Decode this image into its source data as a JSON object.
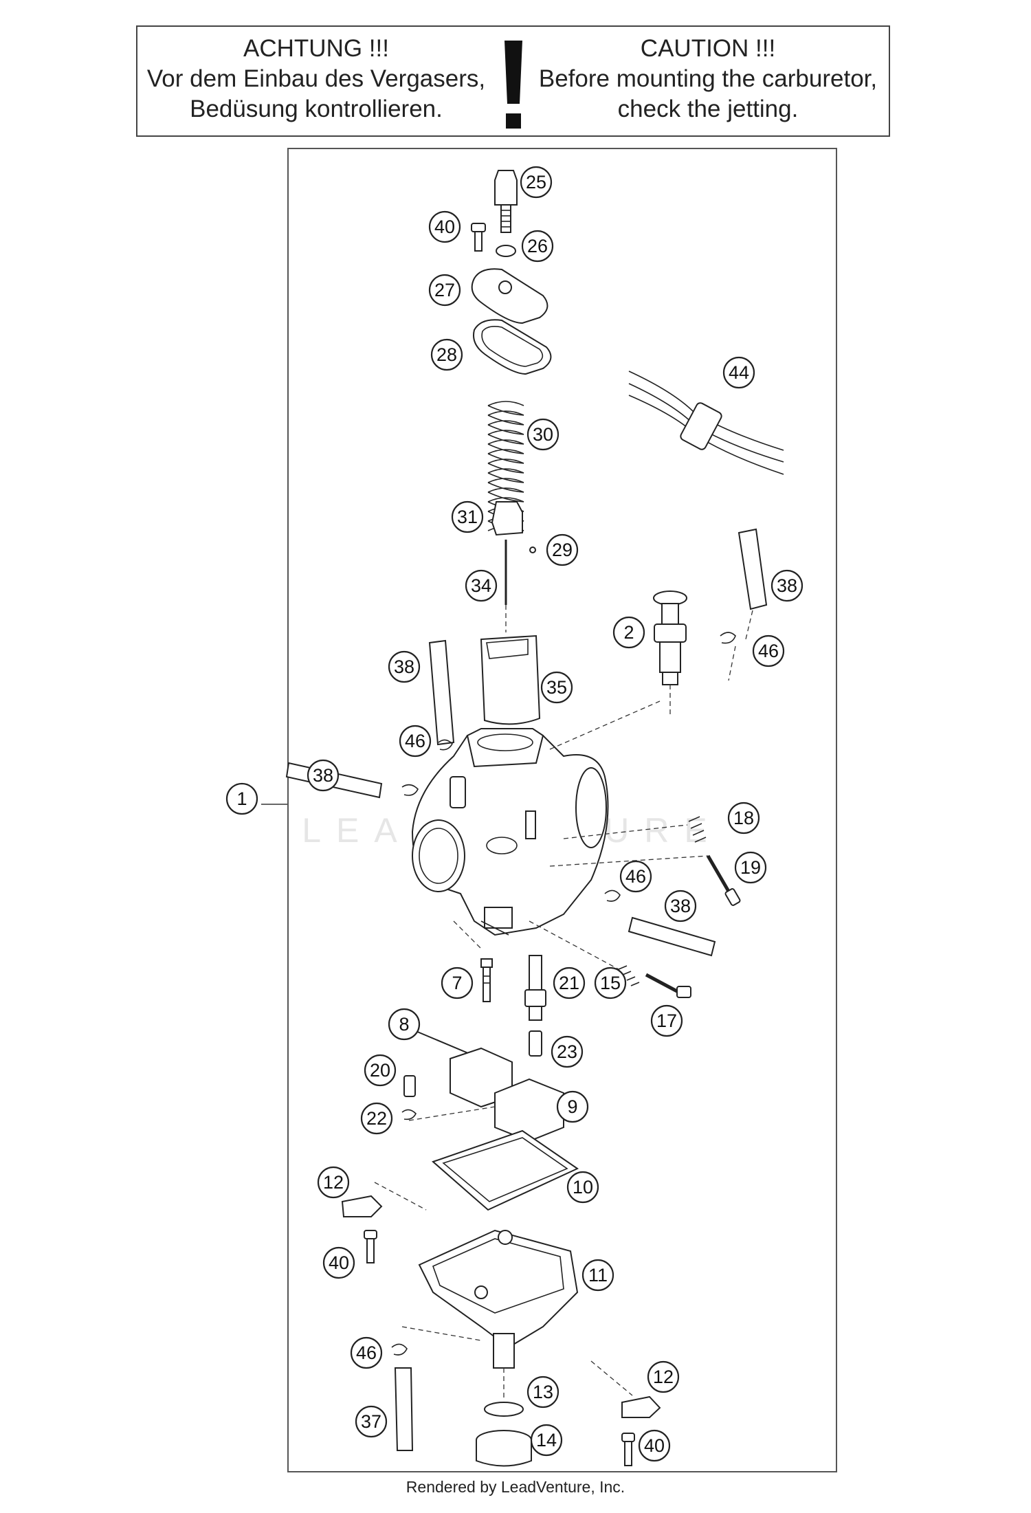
{
  "caution": {
    "de": [
      "ACHTUNG !!!",
      "Vor dem Einbau des Vergasers,",
      "Bedüsung kontrollieren."
    ],
    "en": [
      "CAUTION !!!",
      "Before mounting the carburetor,",
      "check the jetting."
    ]
  },
  "watermark": "LEADVENTURE",
  "footer": "Rendered by LeadVenture, Inc.",
  "callouts": [
    {
      "id": "c25",
      "label": "25"
    },
    {
      "id": "c40a",
      "label": "40"
    },
    {
      "id": "c26",
      "label": "26"
    },
    {
      "id": "c27",
      "label": "27"
    },
    {
      "id": "c28",
      "label": "28"
    },
    {
      "id": "c44",
      "label": "44"
    },
    {
      "id": "c30",
      "label": "30"
    },
    {
      "id": "c31",
      "label": "31"
    },
    {
      "id": "c29",
      "label": "29"
    },
    {
      "id": "c34",
      "label": "34"
    },
    {
      "id": "c38a",
      "label": "38"
    },
    {
      "id": "c2",
      "label": "2"
    },
    {
      "id": "c46a",
      "label": "46"
    },
    {
      "id": "c38b",
      "label": "38"
    },
    {
      "id": "c35",
      "label": "35"
    },
    {
      "id": "c46b",
      "label": "46"
    },
    {
      "id": "c38c",
      "label": "38"
    },
    {
      "id": "c1",
      "label": "1"
    },
    {
      "id": "c18",
      "label": "18"
    },
    {
      "id": "c19",
      "label": "19"
    },
    {
      "id": "c46c",
      "label": "46"
    },
    {
      "id": "c38d",
      "label": "38"
    },
    {
      "id": "c7",
      "label": "7"
    },
    {
      "id": "c21",
      "label": "21"
    },
    {
      "id": "c15",
      "label": "15"
    },
    {
      "id": "c17",
      "label": "17"
    },
    {
      "id": "c8",
      "label": "8"
    },
    {
      "id": "c23",
      "label": "23"
    },
    {
      "id": "c20",
      "label": "20"
    },
    {
      "id": "c9",
      "label": "9"
    },
    {
      "id": "c22",
      "label": "22"
    },
    {
      "id": "c10",
      "label": "10"
    },
    {
      "id": "c12a",
      "label": "12"
    },
    {
      "id": "c40b",
      "label": "40"
    },
    {
      "id": "c11",
      "label": "11"
    },
    {
      "id": "c46d",
      "label": "46"
    },
    {
      "id": "c12b",
      "label": "12"
    },
    {
      "id": "c13",
      "label": "13"
    },
    {
      "id": "c37",
      "label": "37"
    },
    {
      "id": "c14",
      "label": "14"
    },
    {
      "id": "c40c",
      "label": "40"
    }
  ]
}
